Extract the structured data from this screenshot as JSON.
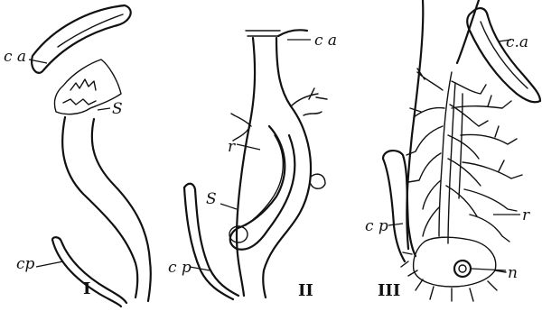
{
  "figures": [
    {
      "numeral": "I",
      "labels": {
        "ca": "c a",
        "s": "S",
        "cp": "cp"
      }
    },
    {
      "numeral": "II",
      "labels": {
        "ca": "c a",
        "r": "r",
        "s": "S",
        "cp": "c p"
      }
    },
    {
      "numeral": "III",
      "labels": {
        "ca": "c.a",
        "r": "r",
        "cp": "c p",
        "n": "n"
      }
    }
  ]
}
